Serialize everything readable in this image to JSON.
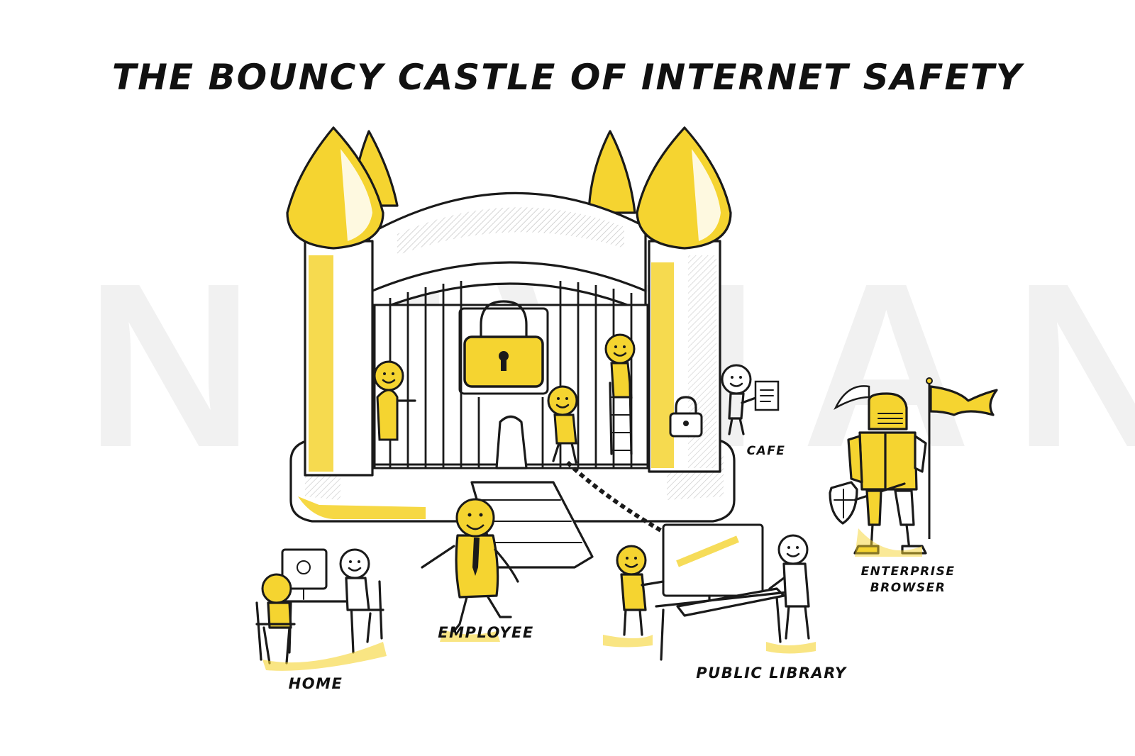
{
  "title": "THE BOUNCY CASTLE OF INTERNET SAFETY",
  "watermark": "NEVIAN",
  "labels": {
    "cafe": "CAFE",
    "enterprise_browser_line1": "ENTERPRISE",
    "enterprise_browser_line2": "BROWSER",
    "employee": "EMPLOYEE",
    "home": "HOME",
    "public_library": "PUBLIC LIBRARY"
  },
  "colors": {
    "accent_yellow": "#F5D430",
    "ink": "#1a1a1a",
    "shade": "#c9c9c9",
    "background": "#ffffff"
  }
}
